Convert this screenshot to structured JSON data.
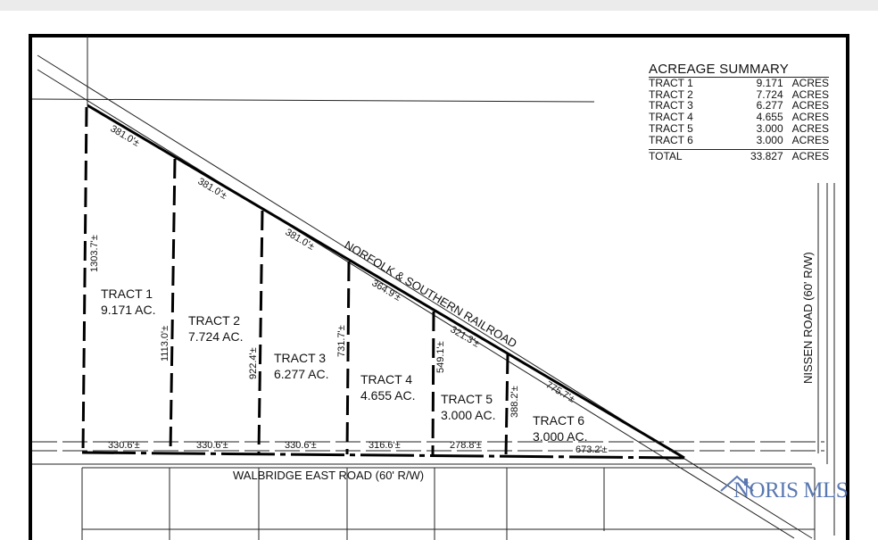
{
  "acreage_summary": {
    "title": "ACREAGE SUMMARY",
    "rows": [
      {
        "label": "TRACT 1",
        "value": "9.171",
        "unit": "ACRES"
      },
      {
        "label": "TRACT 2",
        "value": "7.724",
        "unit": "ACRES"
      },
      {
        "label": "TRACT 3",
        "value": "6.277",
        "unit": "ACRES"
      },
      {
        "label": "TRACT 4",
        "value": "4.655",
        "unit": "ACRES"
      },
      {
        "label": "TRACT 5",
        "value": "3.000",
        "unit": "ACRES"
      },
      {
        "label": "TRACT 6",
        "value": "3.000",
        "unit": "ACRES"
      }
    ],
    "total": {
      "label": "TOTAL",
      "value": "33.827",
      "unit": "ACRES"
    }
  },
  "tracts": [
    {
      "name": "TRACT 1",
      "acres": "9.171 AC."
    },
    {
      "name": "TRACT 2",
      "acres": "7.724 AC."
    },
    {
      "name": "TRACT 3",
      "acres": "6.277 AC."
    },
    {
      "name": "TRACT 4",
      "acres": "4.655 AC."
    },
    {
      "name": "TRACT 5",
      "acres": "3.000 AC."
    },
    {
      "name": "TRACT 6",
      "acres": "3.000 AC."
    }
  ],
  "railroad_label": "NORFOLK & SOUTHERN RAILROAD",
  "railroad_segments": [
    "381.0'±",
    "381.0'±",
    "381.0'±",
    "364.9'±",
    "321.3'±",
    "775.7'±"
  ],
  "side_dims": [
    "1303.7'±",
    "1113.0'±",
    "922.4'±",
    "731.7'±",
    "549.1'±",
    "388.2'±"
  ],
  "frontage_dims": [
    "330.6'±",
    "330.6'±",
    "330.6'±",
    "316.6'±",
    "278.8'±",
    "673.2'±"
  ],
  "walbridge_label": "WALBRIDGE EAST ROAD  (60' R/W)",
  "nissen_label": "NISSEN ROAD  (60' R/W)",
  "watermark": "NORIS MLS",
  "colors": {
    "line": "#111111",
    "watermark": "#5a78b0"
  }
}
